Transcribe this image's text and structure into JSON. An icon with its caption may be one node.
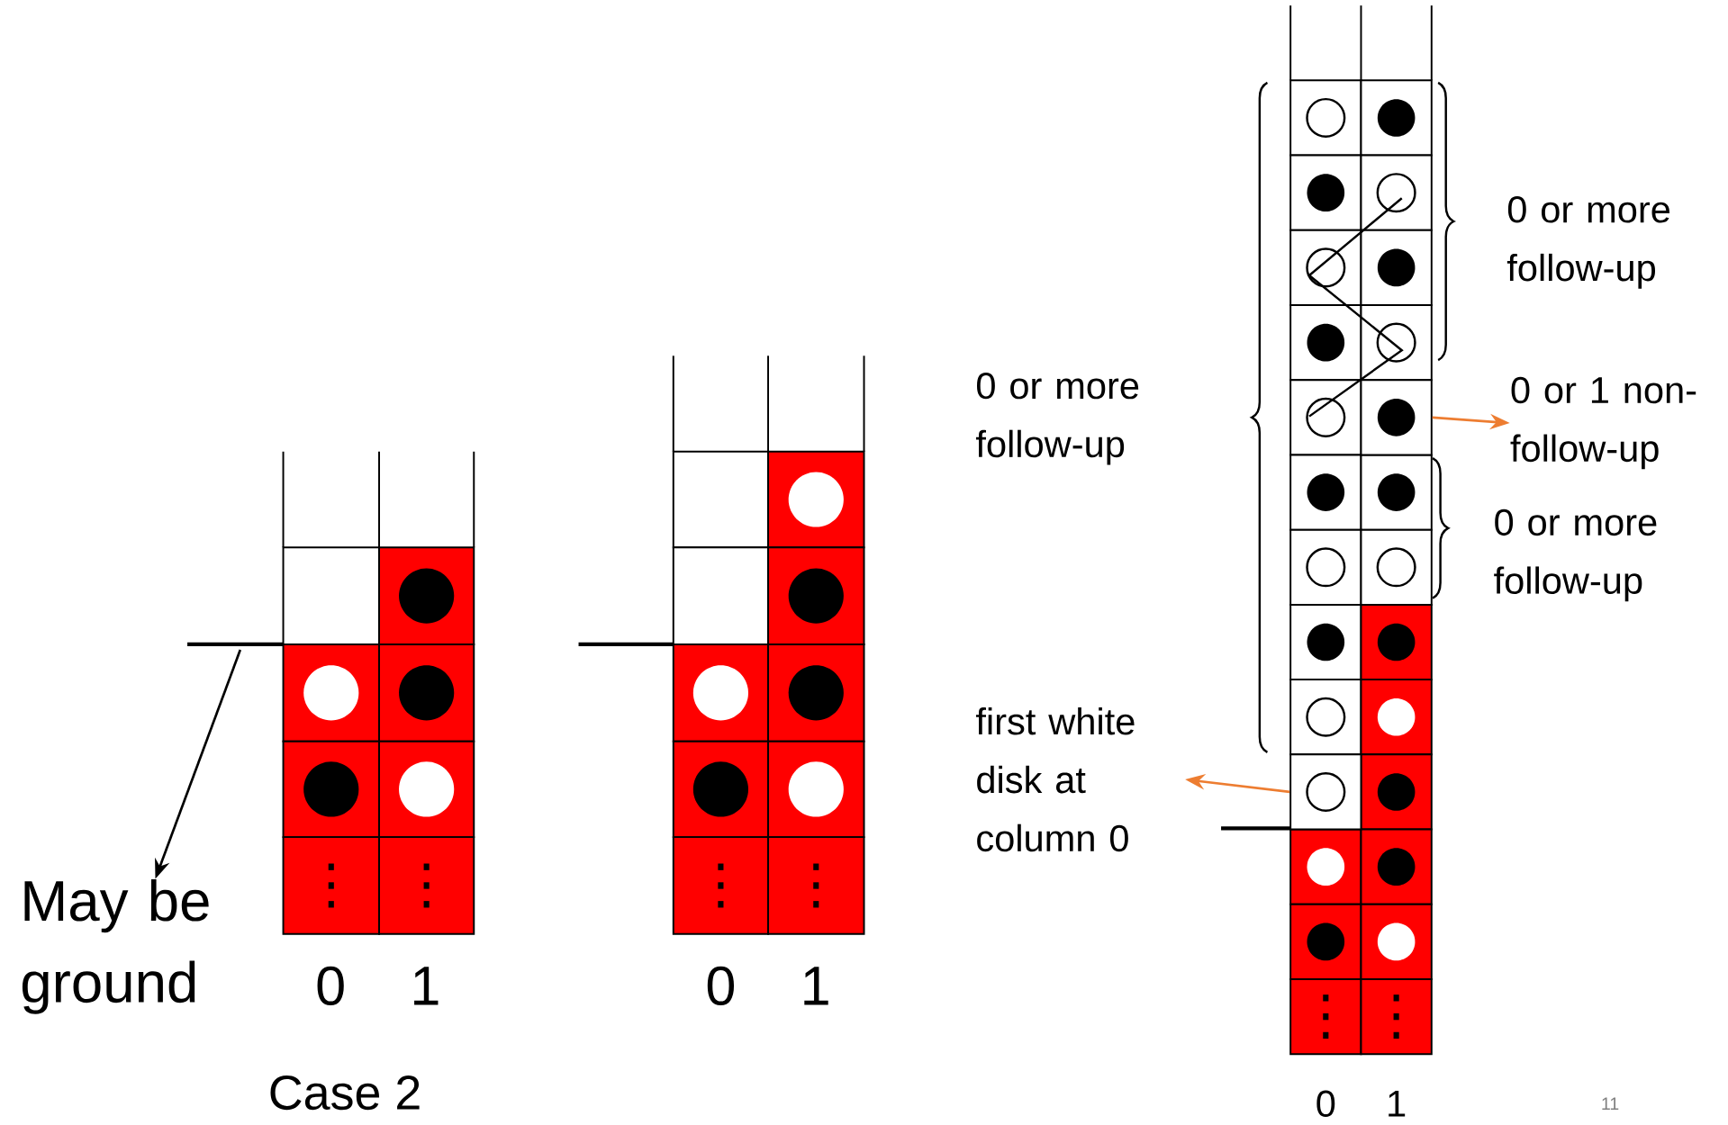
{
  "diagram": {
    "nodes": [
      {
        "text": [
          "May be ground"
        ]
      },
      {
        "text": [
          "0 or 1 non-follow-up"
        ]
      },
      {
        "text": [
          "first white disk at column 0"
        ]
      },
      {
        "text": [],
        "shape": "box"
      },
      {
        "text": [],
        "shape": "box"
      }
    ],
    "edges": [
      {
        "from": null,
        "to": 0,
        "arrow": "to",
        "color": "#000000"
      },
      {
        "from": 3,
        "to": 1,
        "arrow": "to",
        "color": "#ed7d31"
      },
      {
        "from": 4,
        "to": 2,
        "arrow": "to",
        "color": "#ed7d31"
      }
    ],
    "labels": [
      "0 or more follow-up",
      "0 or more follow-up",
      "0 or more follow-up",
      "0",
      "1",
      "0",
      "1",
      "Case 2",
      "0",
      "1",
      "11"
    ]
  }
}
